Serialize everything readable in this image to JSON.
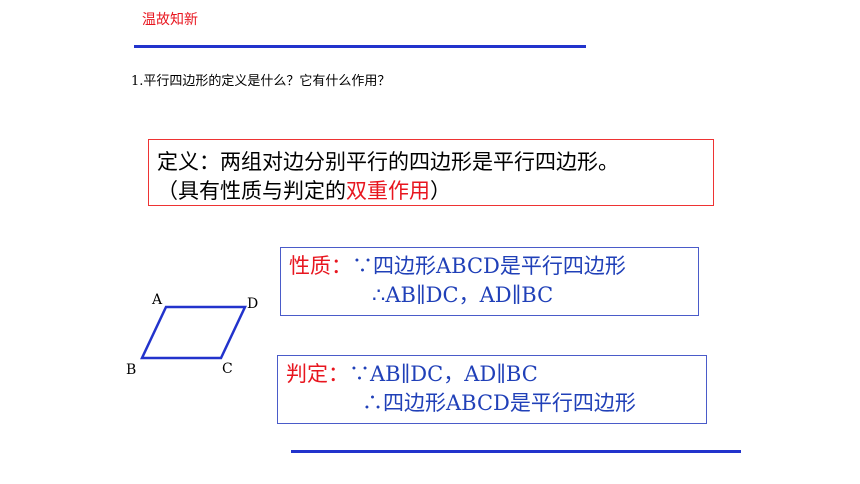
{
  "header": {
    "section_title": "温故知新"
  },
  "question": {
    "text": "1.平行四边形的定义是什么？它有什么作用？"
  },
  "definition": {
    "line1": "定义：两组对边分别平行的四边形是平行四边形。",
    "line2_prefix": "（具有性质与判定的",
    "line2_highlight": "双重作用",
    "line2_suffix": "）"
  },
  "property": {
    "label": "性质：",
    "line1": "∵四边形ABCD是平行四边形",
    "line2": "∴AB∥DC，AD∥BC"
  },
  "judgment": {
    "label": "判定：",
    "line1": "∵AB∥DC，AD∥BC",
    "line2": "∴四边形ABCD是平行四边形"
  },
  "figure": {
    "vertex_a": "A",
    "vertex_b": "B",
    "vertex_c": "C",
    "vertex_d": "D",
    "stroke_color": "#2233cc"
  },
  "colors": {
    "title_red": "#e8161f",
    "rule_blue": "#2233cc",
    "text_blue": "#2040b8"
  }
}
